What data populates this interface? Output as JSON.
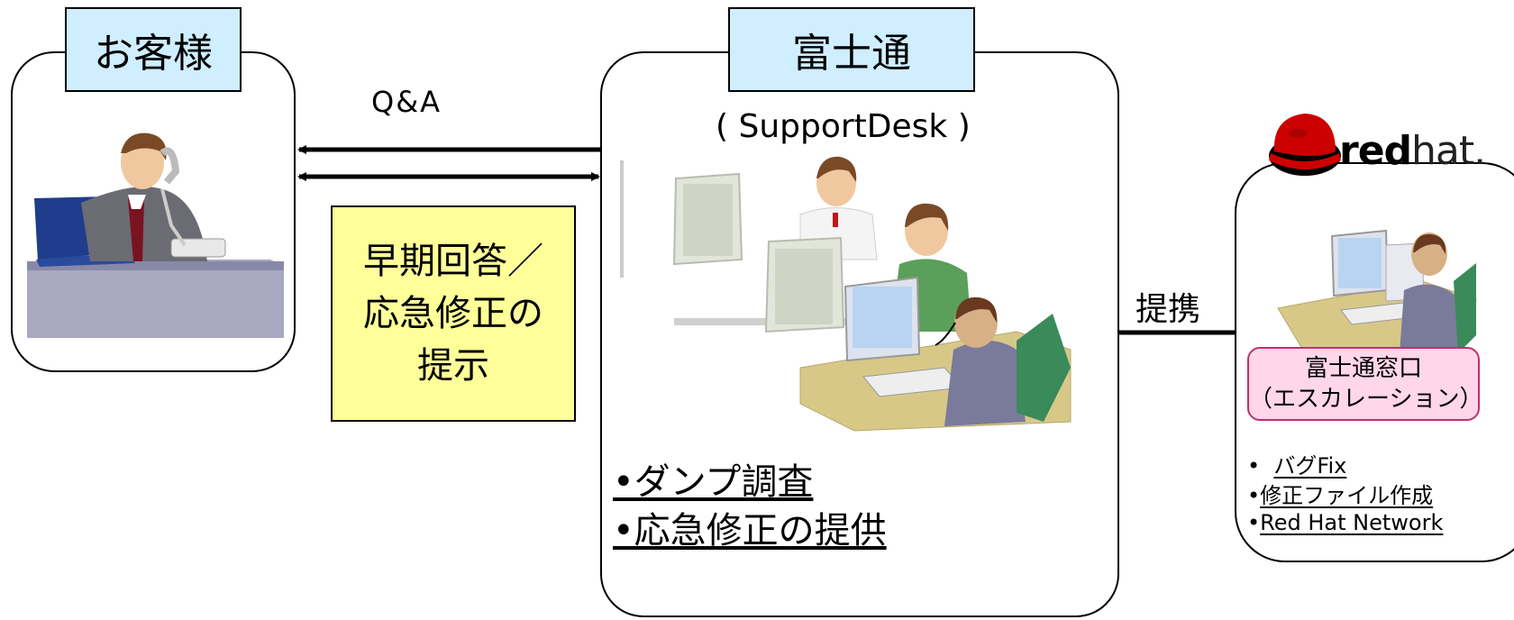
{
  "customer": {
    "title": "お客様"
  },
  "fujitsu": {
    "title": "富士通",
    "subtitle": "( SupportDesk )"
  },
  "exchange": {
    "qa_label": "Q&A",
    "response_lines": [
      "早期回答／",
      "応急修正の",
      "提示"
    ]
  },
  "partnership": {
    "label": "提携"
  },
  "fujitsu_tasks": [
    "•ダンプ調査",
    "•応急修正の提供"
  ],
  "redhat": {
    "logo_text_bold": "red",
    "logo_text_light": "hat.",
    "window_lines": [
      "富士通窓口",
      "（エスカレーション）"
    ],
    "tasks": [
      {
        "bullet": "•  ",
        "text": "バグFix"
      },
      {
        "bullet": "•",
        "text": "修正ファイル作成"
      },
      {
        "bullet": "•",
        "text": "Red Hat Network"
      }
    ]
  },
  "colors": {
    "title_fill": "#cfeeff",
    "yellow_fill": "#ffff99",
    "pink_fill": "#ffd6ea",
    "redhat_red": "#cc0000"
  }
}
